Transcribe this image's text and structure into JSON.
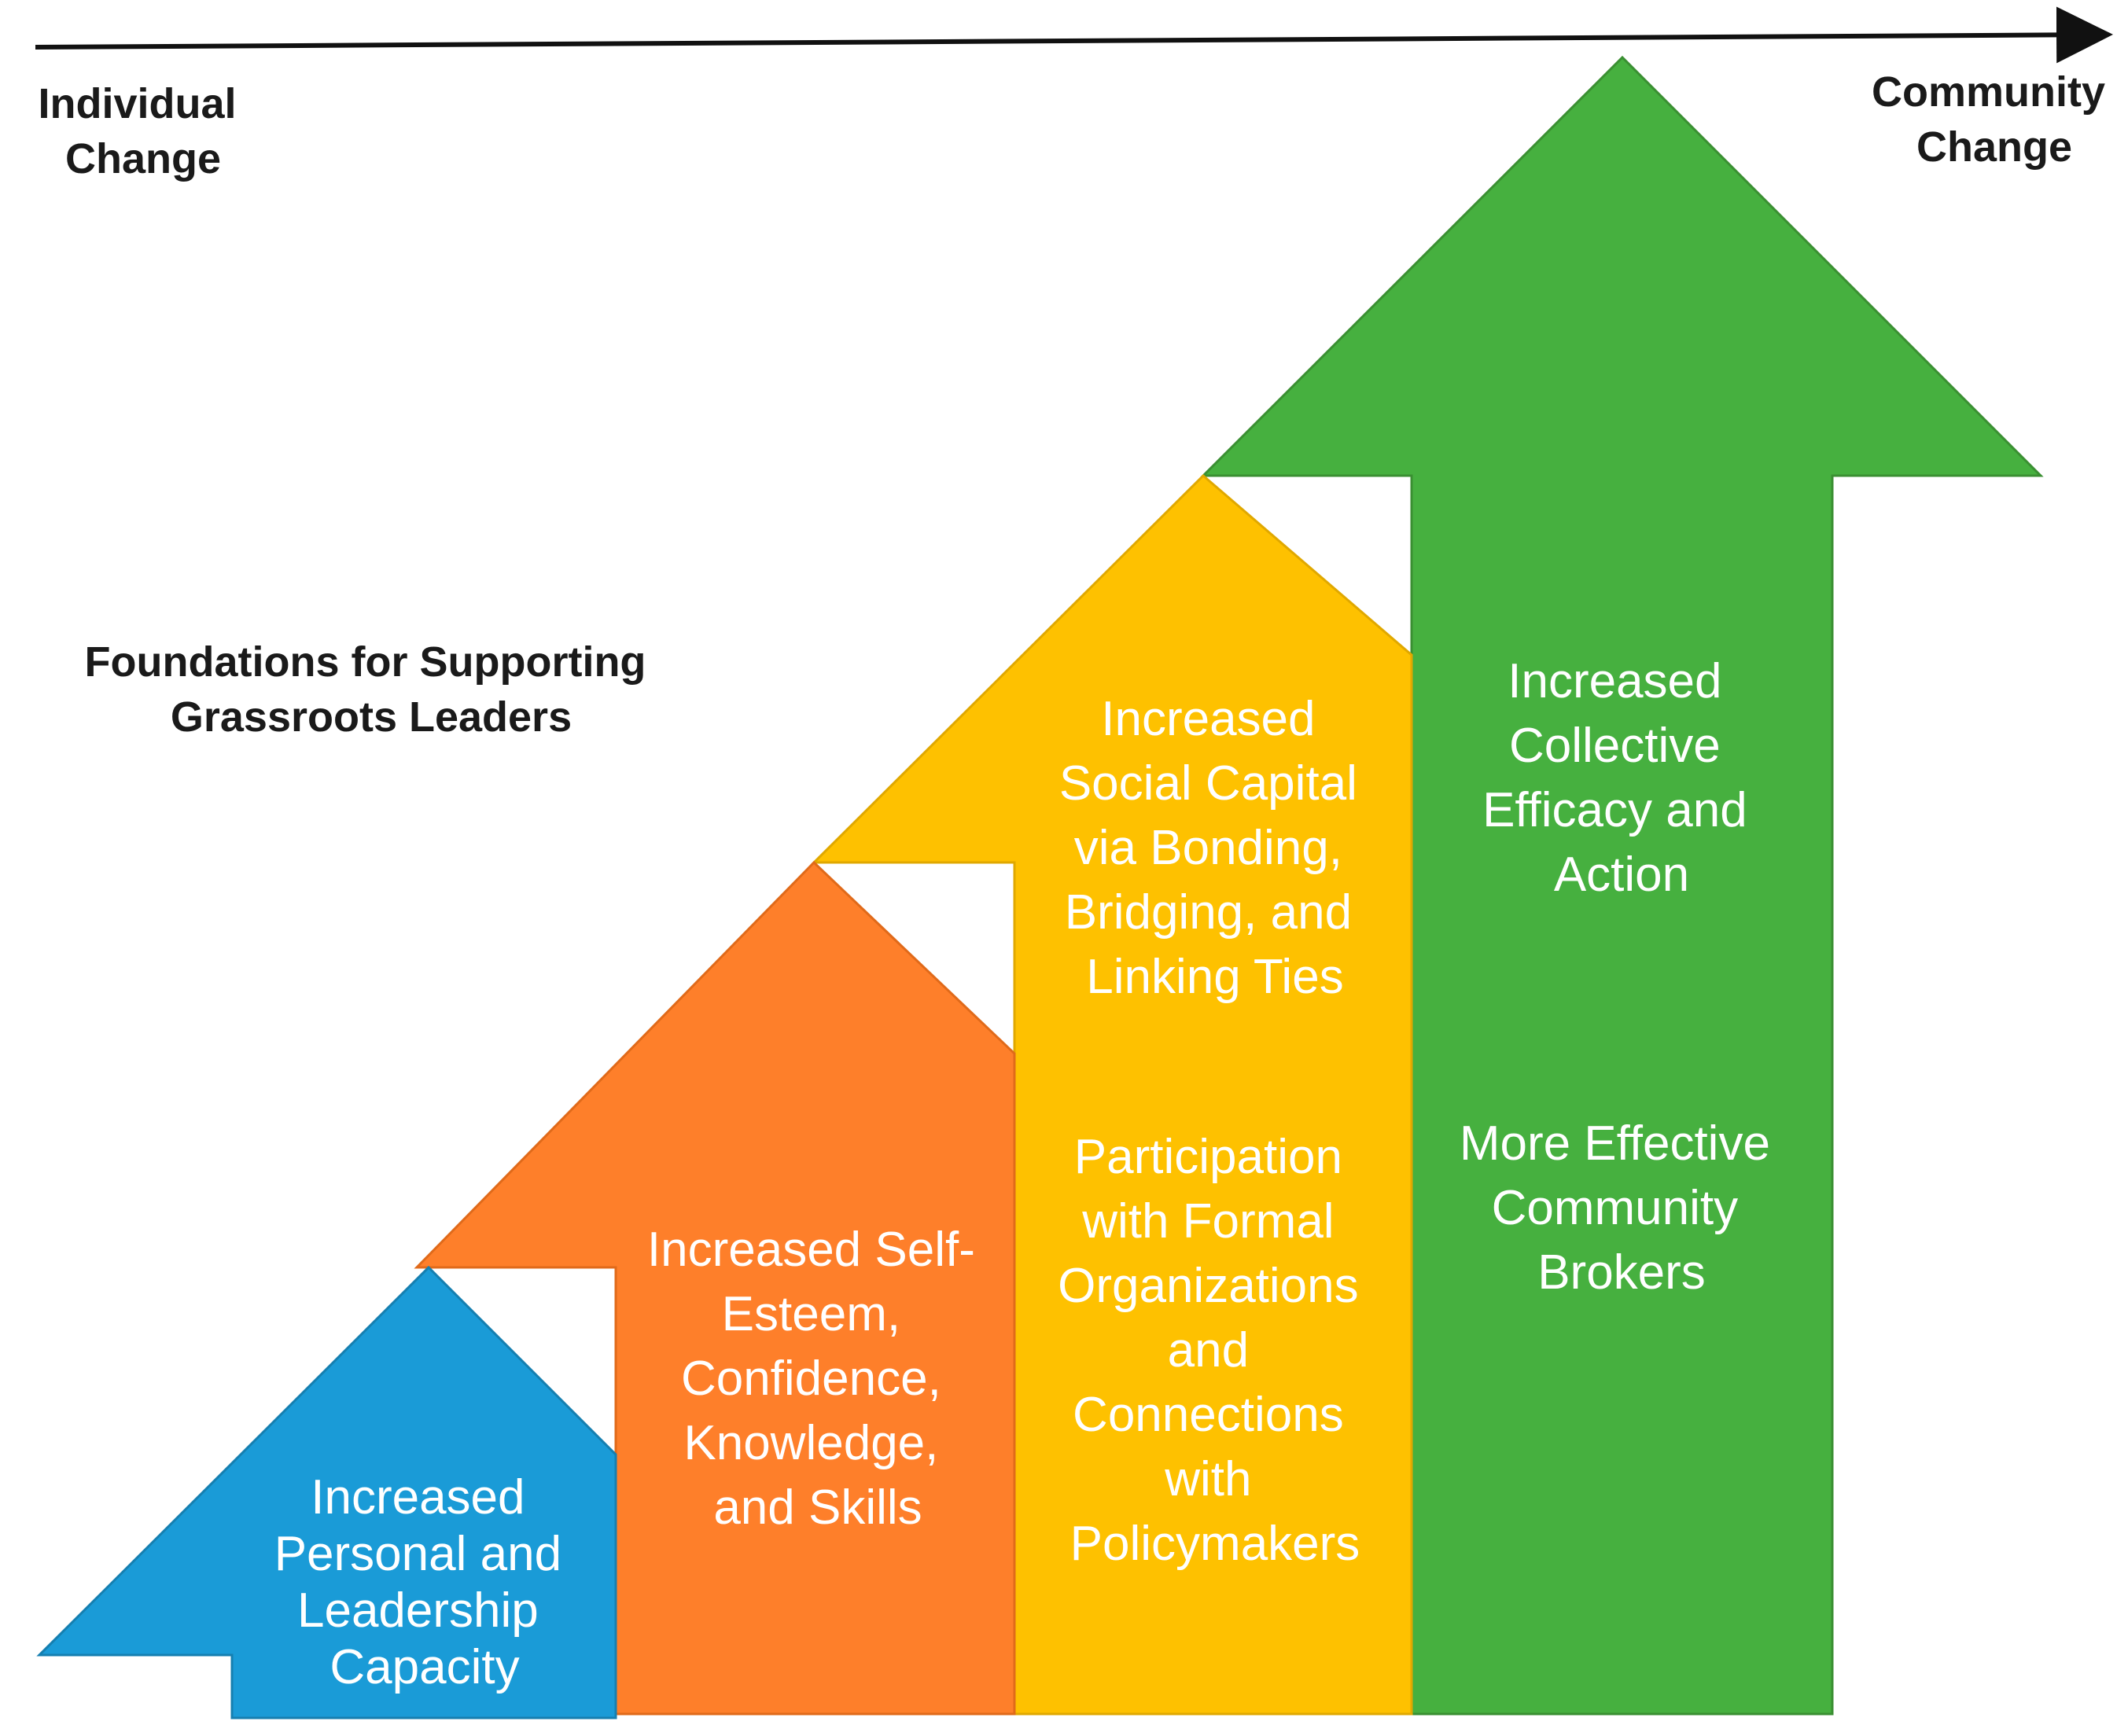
{
  "axis": {
    "left_label": [
      "Individual",
      "Change"
    ],
    "right_label": [
      "Community",
      "Change"
    ]
  },
  "title": [
    "Foundations for Supporting",
    "Grassroots Leaders"
  ],
  "colors": {
    "blue": "#1A9BD7",
    "orange": "#FE7F2A",
    "yellow": "#FEC100",
    "green": "#46B03F"
  },
  "arrows": [
    {
      "name": "blue",
      "color_key": "blue",
      "lines": [
        "Increased",
        "Personal and",
        "Leadership",
        "Capacity"
      ]
    },
    {
      "name": "orange",
      "color_key": "orange",
      "lines": [
        "Increased Self-",
        "Esteem,",
        "Confidence,",
        "Knowledge,",
        "and Skills"
      ]
    },
    {
      "name": "yellow",
      "color_key": "yellow",
      "lines_top": [
        "Increased",
        "Social Capital",
        "via Bonding,",
        "Bridging, and",
        "Linking Ties"
      ],
      "lines_bottom": [
        "Participation",
        "with Formal",
        "Organizations",
        "and",
        "Connections",
        "with",
        "Policymakers"
      ]
    },
    {
      "name": "green",
      "color_key": "green",
      "lines_top": [
        "Increased",
        "Collective",
        "Efficacy and",
        "Action"
      ],
      "lines_bottom": [
        "More Effective",
        "Community",
        "Brokers"
      ]
    }
  ]
}
